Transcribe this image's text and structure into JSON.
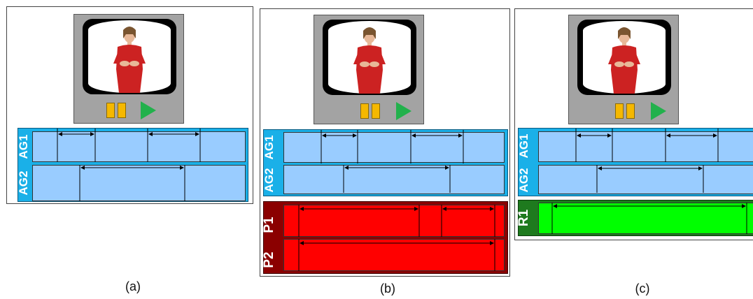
{
  "figure": {
    "captions": [
      "(a)",
      "(b)",
      "(c)"
    ],
    "icons": {
      "video": "video-frame-icon",
      "pause": "pause-icon",
      "play": "play-icon",
      "arrow": "double-arrow-icon"
    },
    "colors": {
      "annotator_group": "#1ab0e8",
      "annotator_track": "#99ccff",
      "participant_group": "#8b0000",
      "participant_track": "#ff0000",
      "reference_group": "#1e7a1e",
      "reference_track": "#00ff00",
      "pause": "#f5b800",
      "play": "#22b14c"
    },
    "panels": [
      {
        "caption": "(a)",
        "tracks": [
          {
            "label": "AG1"
          },
          {
            "label": "AG2"
          }
        ]
      },
      {
        "caption": "(b)",
        "tracks": [
          {
            "label": "AG1"
          },
          {
            "label": "AG2"
          },
          {
            "label": "P1"
          },
          {
            "label": "P2"
          }
        ]
      },
      {
        "caption": "(c)",
        "tracks": [
          {
            "label": "AG1"
          },
          {
            "label": "AG2"
          },
          {
            "label": "R1"
          }
        ]
      }
    ]
  }
}
